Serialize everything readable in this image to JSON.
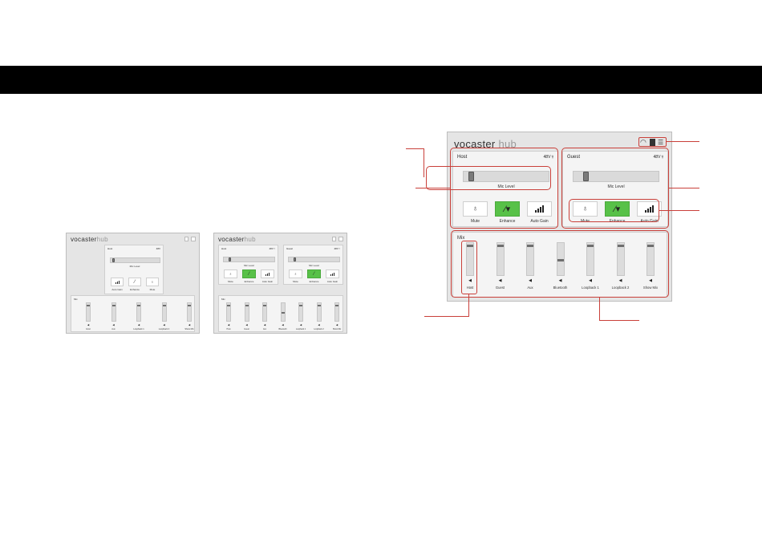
{
  "brand": {
    "name": "vocaster",
    "sub": "hub"
  },
  "header_icons": [
    "headphones-icon",
    "device-icon",
    "list-icon"
  ],
  "channels": [
    {
      "name": "Host",
      "tags": "48V  ⫯",
      "level_label": "Mic Level",
      "level": 0.05,
      "buttons": [
        {
          "label": "Mute",
          "icon": "mic-mute-icon"
        },
        {
          "label": "Enhance",
          "icon": "wand-icon",
          "active": true
        },
        {
          "label": "Auto Gain",
          "icon": "bars-icon"
        }
      ]
    },
    {
      "name": "Guest",
      "tags": "48V  ⫯",
      "level_label": "Mic Level",
      "level": 0.05,
      "buttons": [
        {
          "label": "Mute",
          "icon": "mic-mute-icon"
        },
        {
          "label": "Enhance",
          "icon": "wand-icon",
          "active": true
        },
        {
          "label": "Auto Gain",
          "icon": "bars-icon"
        }
      ]
    }
  ],
  "mix": {
    "title": "Mix",
    "channels": [
      {
        "label": "Host",
        "level": 1.0
      },
      {
        "label": "Guest",
        "level": 1.0
      },
      {
        "label": "Aux",
        "level": 1.0
      },
      {
        "label": "Bluetooth",
        "level": 0.5
      },
      {
        "label": "Loopback 1",
        "level": 1.0
      },
      {
        "label": "Loopback 2",
        "level": 1.0
      },
      {
        "label": "Show Mix",
        "level": 1.0
      }
    ]
  },
  "small_one": {
    "channel": {
      "name": "Host",
      "tags": "48V",
      "level_label": "Mic Level",
      "buttons": [
        {
          "label": "Auto Gain"
        },
        {
          "label": "Enhance"
        },
        {
          "label": "Mute"
        }
      ]
    },
    "mix_title": "Mix",
    "mix_labels": [
      "Host",
      "Aux",
      "Loopback 1",
      "Loopback 2",
      "Show Mix"
    ]
  },
  "small_two": {
    "channels": [
      {
        "name": "Host",
        "tags": "48V  ⫯",
        "level_label": "Mic Level",
        "buttons": [
          "Mute",
          "Enhance",
          "Auto Gain"
        ]
      },
      {
        "name": "Guest",
        "tags": "48V  ⫯",
        "level_label": "Mic Level",
        "buttons": [
          "Mute",
          "Enhance",
          "Auto Gain"
        ]
      }
    ],
    "mix_title": "Mix",
    "mix_labels": [
      "Host",
      "Guest",
      "Aux",
      "Bluetooth",
      "Loopback 1",
      "Loopback 2",
      "Show Mix"
    ]
  }
}
